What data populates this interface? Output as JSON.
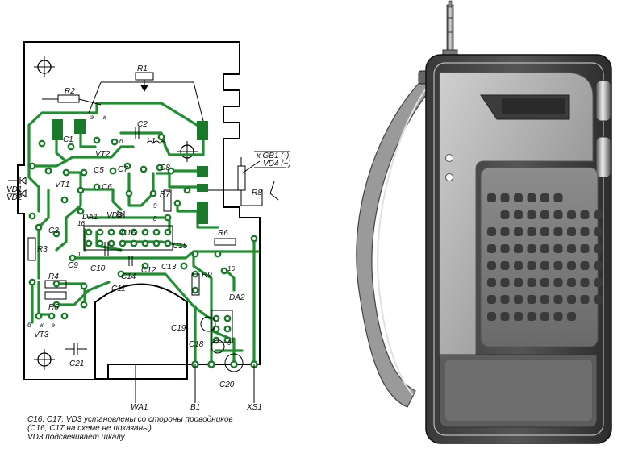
{
  "board": {
    "components": [
      "R1",
      "R2",
      "R3",
      "R4",
      "R5",
      "R6",
      "R7",
      "R8",
      "R9",
      "C1",
      "C2",
      "C3",
      "C5",
      "C6",
      "C7",
      "C8",
      "C9",
      "C10",
      "C11",
      "C12",
      "C13",
      "C14",
      "C15",
      "C16",
      "C18",
      "C19",
      "C20",
      "C21",
      "L1",
      "VT1",
      "VT2",
      "VT3",
      "VD1",
      "VD2",
      "VD3",
      "DA1",
      "DA2"
    ],
    "pins": [
      "э",
      "к",
      "б",
      "16",
      "9",
      "8",
      "1",
      "16",
      "9",
      "б",
      "к",
      "э"
    ],
    "outputs": [
      "WA1",
      "B1",
      "XS1"
    ],
    "battery_label_1": "к GB1 (-),",
    "battery_label_2": "VD4 (+)"
  },
  "notes": [
    "С16, С17, VD3 установлены со стороны проводников",
    "(С16, С17 на схеме не показаны)",
    "VD3 подсвечивает шкалу"
  ],
  "radio": {
    "speaker_grille_rows": 8,
    "speaker_grille_cols": 9
  },
  "colors": {
    "trace": "#1f8f2f",
    "pad": "#1b7a2a",
    "board_outline": "#000000",
    "body_dark": "#4a4a4a",
    "body_mid": "#707070",
    "body_light": "#a8a8a8"
  }
}
